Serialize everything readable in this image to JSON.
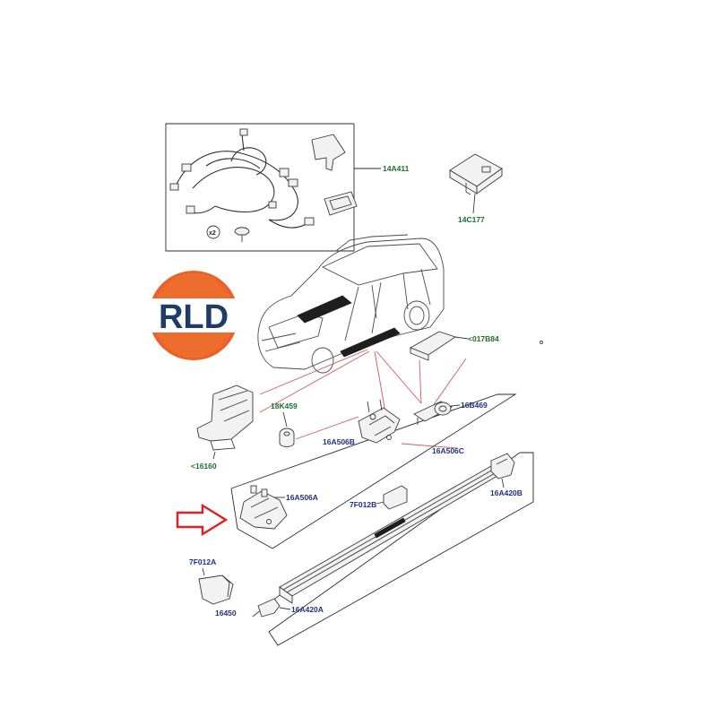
{
  "logo": {
    "text": "RLD",
    "ring_color": "#e8632b",
    "band_color": "#ffffff",
    "text_color": "#1d3d68"
  },
  "parts": {
    "harness": "14A411",
    "module": "14C177",
    "qty_marker": "x2",
    "bracket_top": "<017B84",
    "bracket_left": "<16160",
    "bushing": "18K459",
    "motor": "16B469",
    "linkage_mid": "16A506B",
    "linkage_group": "16A506C",
    "linkage_left": "16A506A",
    "end_cap_right": "16A420B",
    "bracket_small": "7F012B",
    "cover_left": "7F012A",
    "step": "16450",
    "end_cap_left": "16A420A"
  },
  "colors": {
    "part_number_blue": "#1f2f86",
    "part_number_green": "#1f6e2b",
    "leader_red": "#d25a5a",
    "arrow_red": "#e32020"
  }
}
